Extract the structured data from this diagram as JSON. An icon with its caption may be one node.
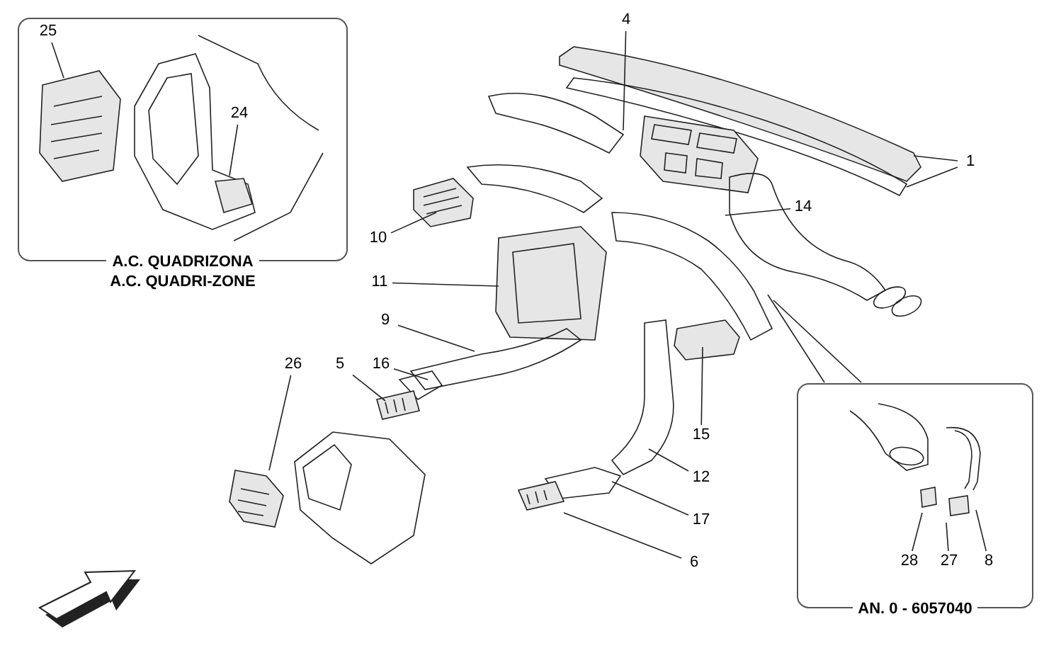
{
  "diagram": {
    "nodes": [
      {
        "text": [
          "A.C. QUADRIZONA",
          "A.C. QUADRI-ZONE"
        ]
      },
      {
        "text": [
          "25"
        ],
        "in": 0
      },
      {
        "text": [
          "24"
        ],
        "in": 0
      },
      {
        "text": [
          "4"
        ]
      },
      {
        "text": [
          "1"
        ]
      },
      {
        "text": [
          "10"
        ]
      },
      {
        "text": [
          "14"
        ]
      },
      {
        "text": [
          "11"
        ]
      },
      {
        "text": [
          "9"
        ]
      },
      {
        "text": [
          "AN. 0 - 6057040"
        ]
      },
      {
        "text": [
          "26"
        ]
      },
      {
        "text": [
          "5"
        ]
      },
      {
        "text": [
          "16"
        ]
      },
      {
        "text": [
          "15"
        ]
      },
      {
        "text": [
          "12"
        ]
      },
      {
        "text": [
          "17"
        ]
      },
      {
        "text": [
          "6"
        ]
      },
      {
        "text": [
          "28"
        ],
        "in": 9
      },
      {
        "text": [
          "27"
        ],
        "in": 9
      },
      {
        "text": [
          "8"
        ],
        "in": 9
      }
    ],
    "edges": [
      {
        "from": 1,
        "to": null,
        "arrow": "none"
      },
      {
        "from": 2,
        "to": null,
        "arrow": "none"
      },
      {
        "from": 3,
        "to": null,
        "arrow": "none"
      },
      {
        "from": 4,
        "to": null,
        "arrow": "none"
      },
      {
        "from": 4,
        "to": null,
        "arrow": "none"
      },
      {
        "from": 5,
        "to": null,
        "arrow": "none"
      },
      {
        "from": 6,
        "to": null,
        "arrow": "none"
      },
      {
        "from": 7,
        "to": null,
        "arrow": "none"
      },
      {
        "from": 8,
        "to": null,
        "arrow": "none"
      },
      {
        "from": 9,
        "to": null,
        "arrow": "none"
      },
      {
        "from": 9,
        "to": null,
        "arrow": "none"
      },
      {
        "from": 10,
        "to": null,
        "arrow": "none"
      },
      {
        "from": 11,
        "to": null,
        "arrow": "none"
      },
      {
        "from": 12,
        "to": null,
        "arrow": "none"
      },
      {
        "from": 13,
        "to": null,
        "arrow": "none"
      },
      {
        "from": 14,
        "to": null,
        "arrow": "none"
      },
      {
        "from": 15,
        "to": null,
        "arrow": "none"
      },
      {
        "from": 16,
        "to": null,
        "arrow": "none"
      },
      {
        "from": 17,
        "to": null,
        "arrow": "none"
      },
      {
        "from": 18,
        "to": null,
        "arrow": "none"
      },
      {
        "from": 19,
        "to": null,
        "arrow": "none"
      }
    ]
  }
}
